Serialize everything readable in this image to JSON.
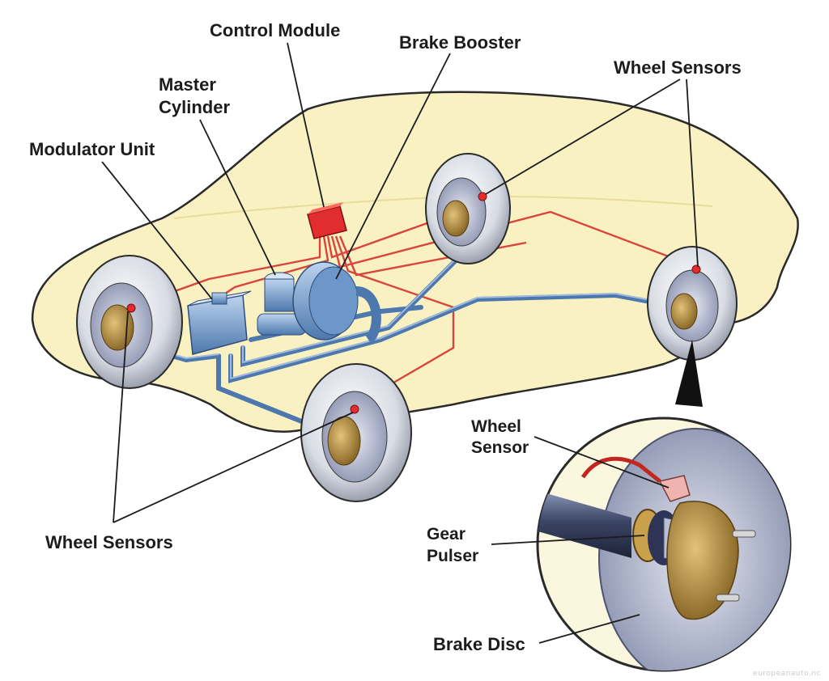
{
  "labels": {
    "control_module": "Control Module",
    "brake_booster": "Brake Booster",
    "master_cylinder_1": "Master",
    "master_cylinder_2": "Cylinder",
    "modulator_unit": "Modulator Unit",
    "wheel_sensors_top": "Wheel Sensors",
    "wheel_sensors_bottom": "Wheel Sensors",
    "wheel_sensor_1": "Wheel",
    "wheel_sensor_2": "Sensor",
    "gear_pulser_1": "Gear",
    "gear_pulser_2": "Pulser",
    "brake_disc": "Brake Disc"
  },
  "watermark": "europeanauto.nc",
  "colors": {
    "car_body": "#f9f1c2",
    "car_outline": "#2a2a2a",
    "hydraulic_line": "#5b87b5",
    "sensor_wire": "#d9453c",
    "control_module": "#e12d2d",
    "tire": "#c9cdd6",
    "disc": "#b9bfd4",
    "hub": "#b8924a"
  }
}
